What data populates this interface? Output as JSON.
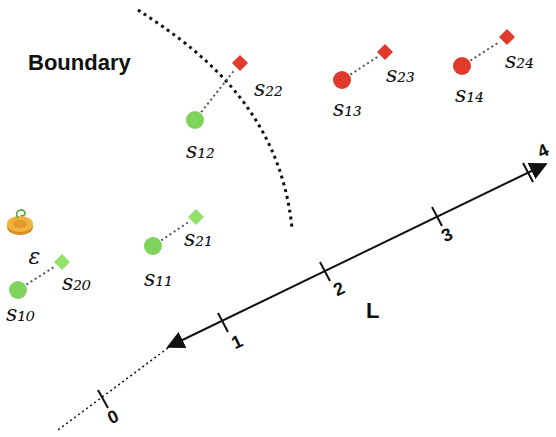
{
  "diagram": {
    "nodes": [
      {
        "text": [
          "s₁₀"
        ]
      },
      {
        "text": [
          "s₂₀"
        ]
      },
      {
        "text": [
          "s₁₁"
        ]
      },
      {
        "text": [
          "s₂₁"
        ]
      },
      {
        "text": [
          "s₁₂"
        ]
      },
      {
        "text": [
          "s₂₂"
        ]
      },
      {
        "text": [
          "s₁₃"
        ]
      },
      {
        "text": [
          "s₂₃"
        ]
      },
      {
        "text": [
          "s₁₄"
        ]
      },
      {
        "text": [
          "s₂₄"
        ]
      }
    ],
    "edges": [
      {
        "from": 0,
        "to": 1,
        "arrow": "none",
        "label": "ε"
      },
      {
        "from": 2,
        "to": 3,
        "arrow": "none"
      },
      {
        "from": 4,
        "to": 5,
        "arrow": "none"
      },
      {
        "from": 6,
        "to": 7,
        "arrow": "none"
      },
      {
        "from": 8,
        "to": 9,
        "arrow": "none"
      }
    ],
    "labels": [
      "Boundary",
      "L",
      "0",
      "1",
      "2",
      "3",
      "4"
    ]
  }
}
